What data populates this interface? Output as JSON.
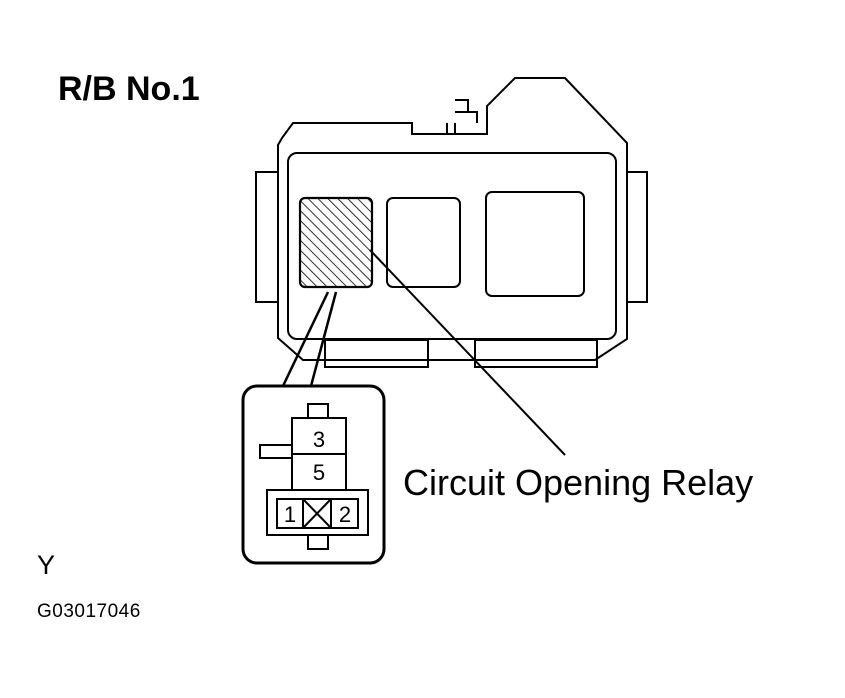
{
  "title": "R/B No.1",
  "relay_label": "Circuit Opening Relay",
  "corner_letter": "Y",
  "figure_code": "G03017046",
  "connector": {
    "pins": [
      "3",
      "5",
      "1",
      "2"
    ]
  },
  "colors": {
    "line": "#000000",
    "background": "#ffffff"
  }
}
